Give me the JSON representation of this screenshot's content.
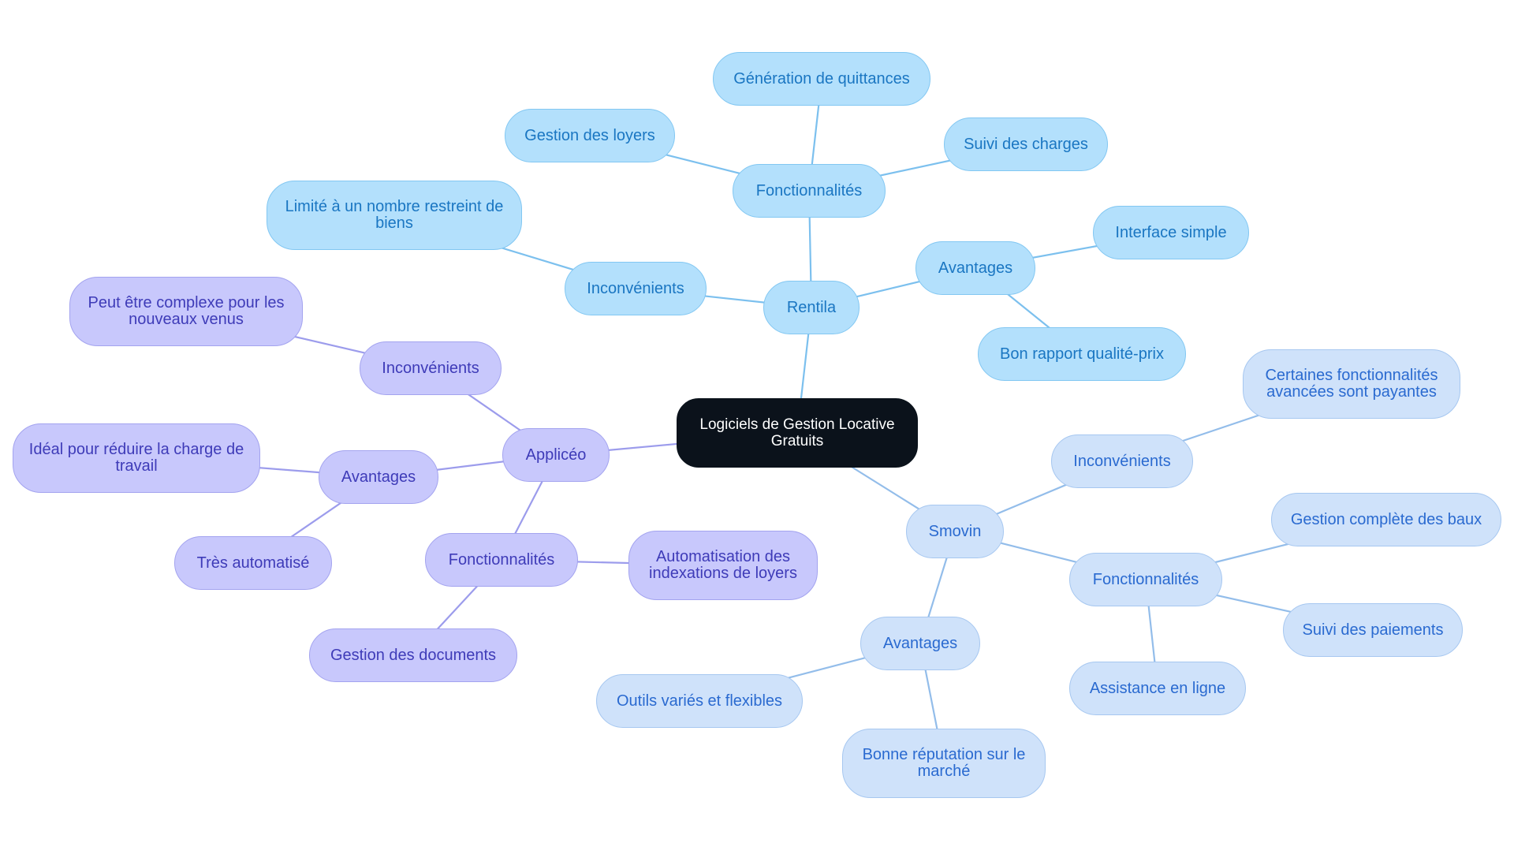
{
  "title": "Logiciels de Gestion Locative Gratuits",
  "colors": {
    "root_bg": "#0b121b",
    "rentila": "#b3e0fc",
    "smovin": "#cfe2fa",
    "applic": "#c8c8fc",
    "rentila_line": "#7cc0ee",
    "smovin_line": "#93bdea",
    "applic_line": "#9c9cec"
  },
  "branches": {
    "rentila": {
      "label": "Rentila",
      "fonctionnalites": {
        "label": "Fonctionnalités",
        "items": [
          "Génération de quittances",
          "Gestion des loyers",
          "Suivi des charges"
        ]
      },
      "inconvenients": {
        "label": "Inconvénients",
        "items": [
          "Limité à un nombre restreint de biens"
        ]
      },
      "avantages": {
        "label": "Avantages",
        "items": [
          "Interface simple",
          "Bon rapport qualité-prix"
        ]
      }
    },
    "smovin": {
      "label": "Smovin",
      "inconvenients": {
        "label": "Inconvénients",
        "items": [
          "Certaines fonctionnalités avancées sont payantes"
        ]
      },
      "fonctionnalites": {
        "label": "Fonctionnalités",
        "items": [
          "Gestion complète des baux",
          "Suivi des paiements",
          "Assistance en ligne"
        ]
      },
      "avantages": {
        "label": "Avantages",
        "items": [
          "Outils variés et flexibles",
          "Bonne réputation sur le marché"
        ]
      }
    },
    "applic": {
      "label": "Applicéo",
      "inconvenients": {
        "label": "Inconvénients",
        "items": [
          "Peut être complexe pour les nouveaux venus"
        ]
      },
      "avantages": {
        "label": "Avantages",
        "items": [
          "Idéal pour réduire la charge de travail",
          "Très automatisé"
        ]
      },
      "fonctionnalites": {
        "label": "Fonctionnalités",
        "items": [
          "Automatisation des indexations de loyers",
          "Gestion des documents"
        ]
      }
    }
  }
}
